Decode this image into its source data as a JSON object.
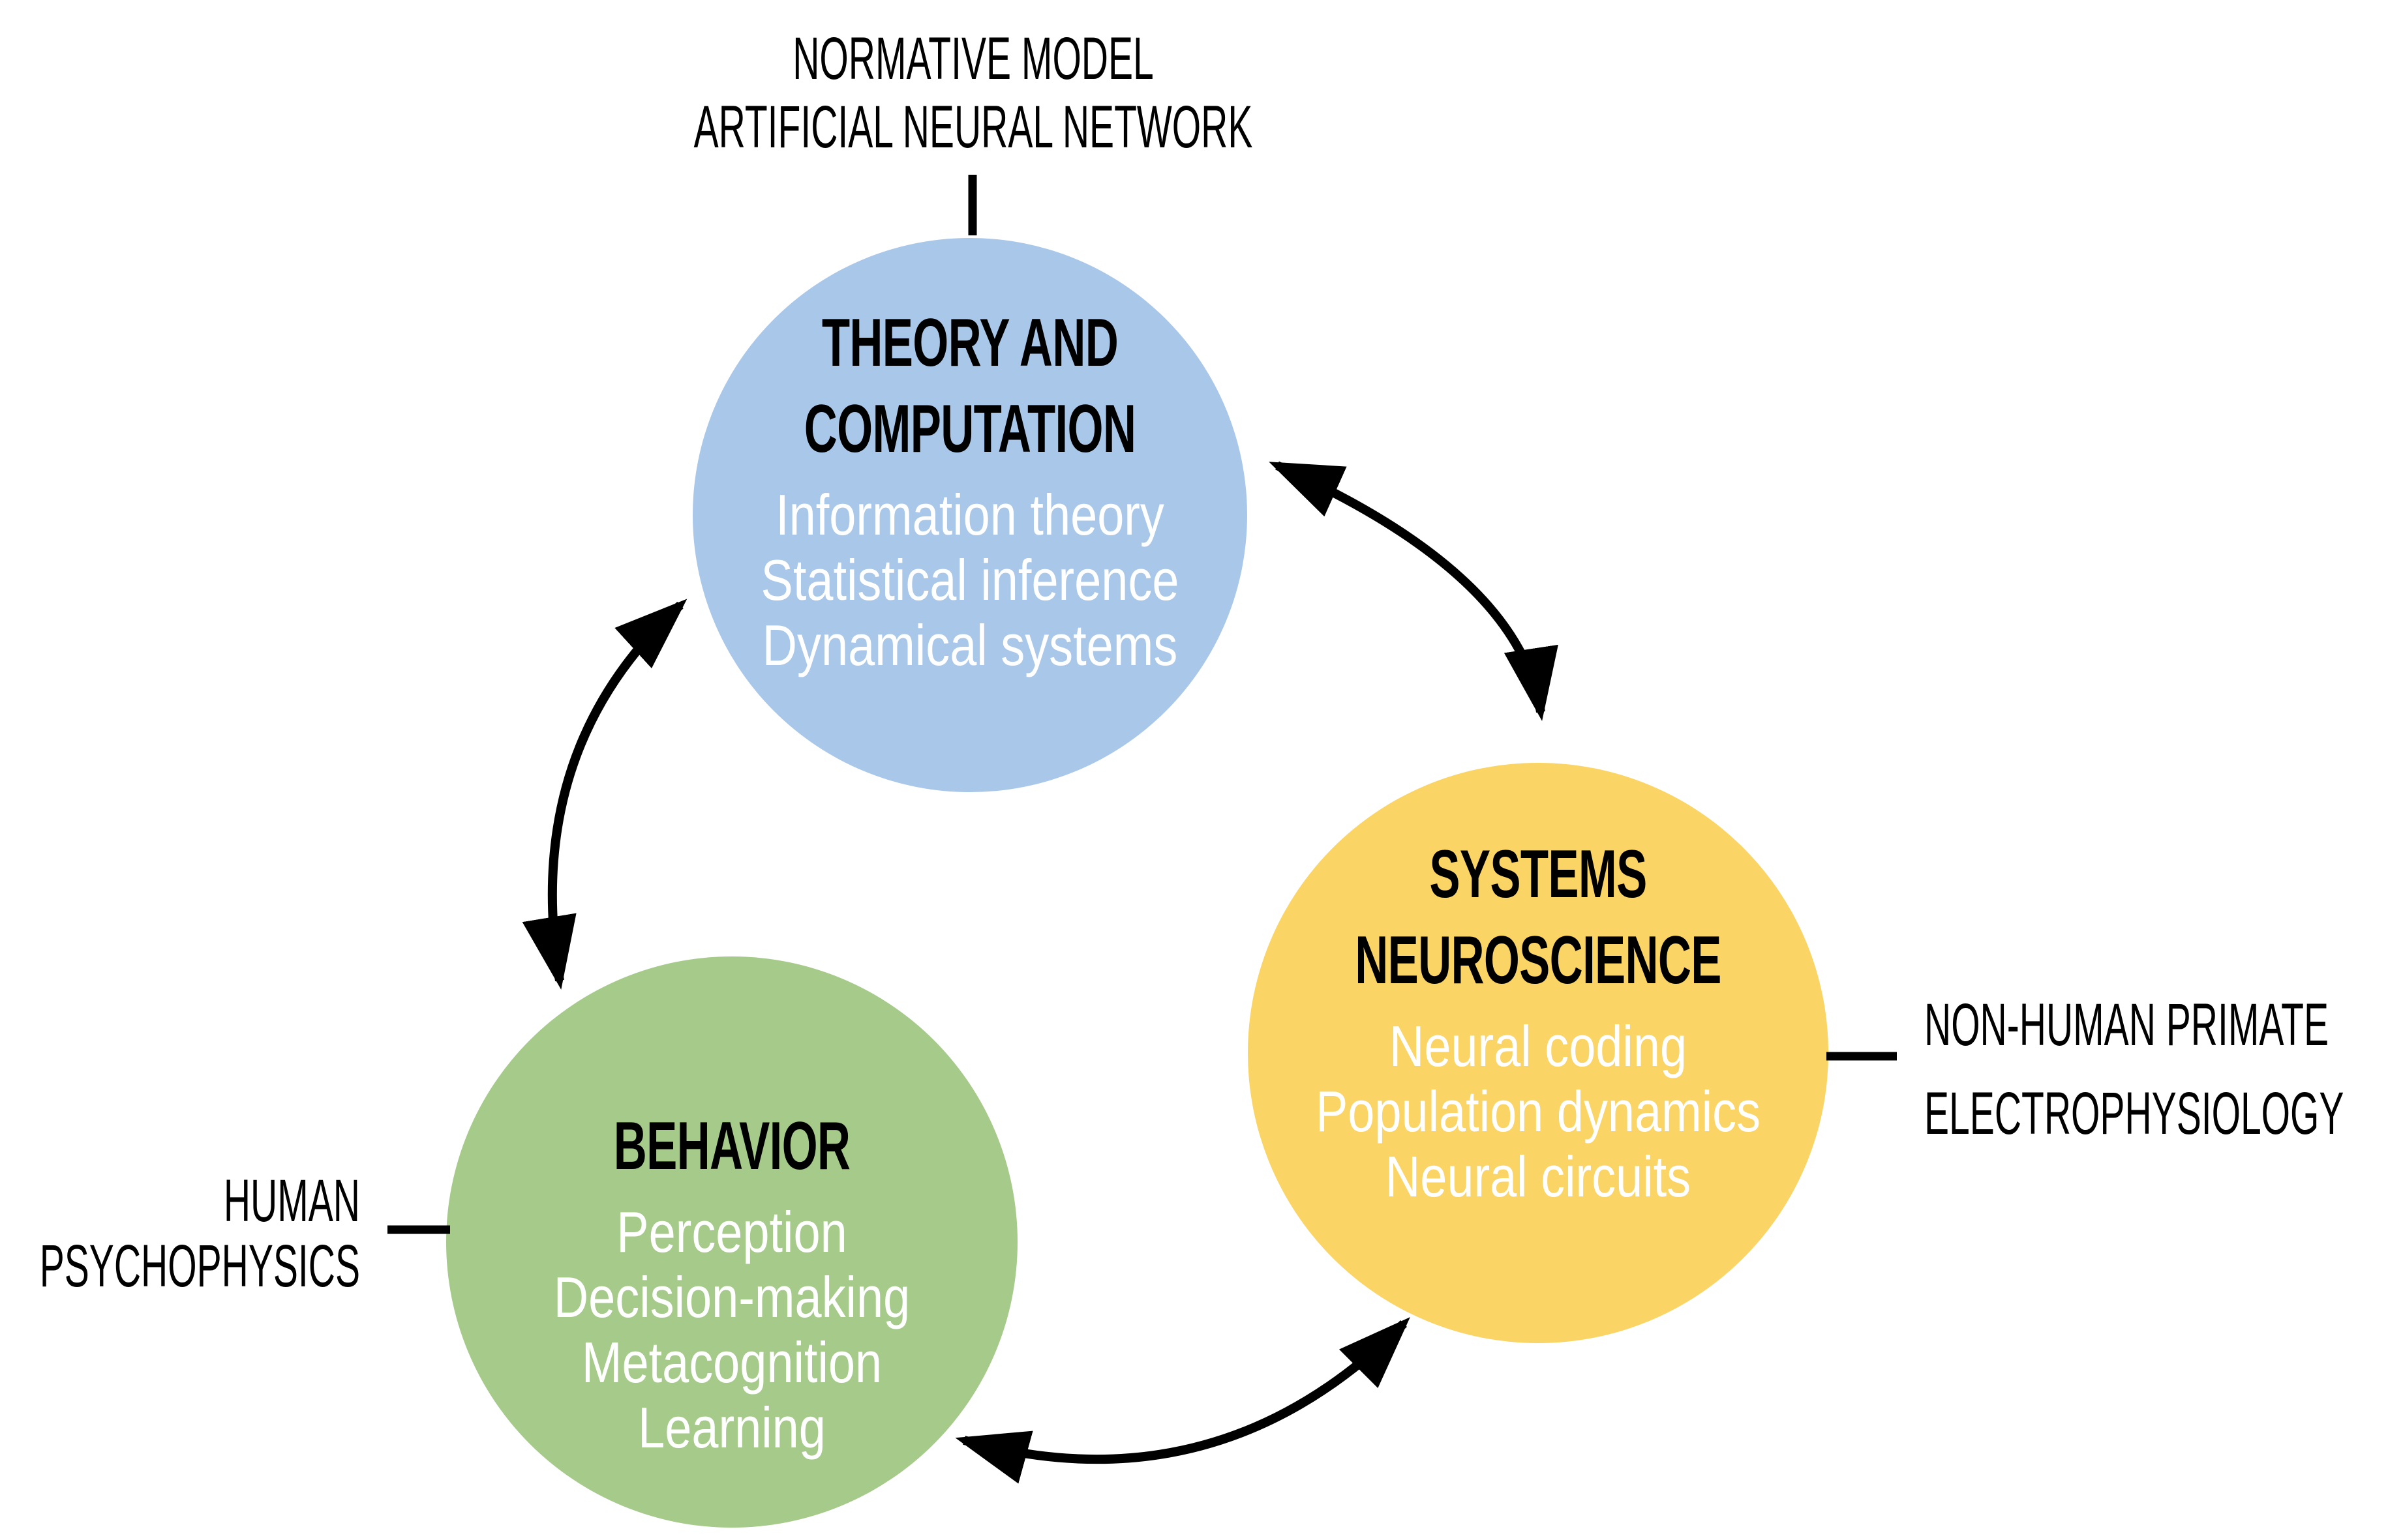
{
  "figure": {
    "background": "#ffffff",
    "line_color": "#000000"
  },
  "circles": {
    "theory": {
      "title_line1": "THEORY AND",
      "title_line2": "COMPUTATION",
      "items": [
        "Information theory",
        "Statistical inference",
        "Dynamical systems"
      ],
      "fill": "#a9c7e9",
      "title_color": "#000000",
      "item_color": "#ffffff"
    },
    "systems": {
      "title_line1": "SYSTEMS",
      "title_line2": "NEUROSCIENCE",
      "items": [
        "Neural coding",
        "Population dynamics",
        "Neural circuits"
      ],
      "fill": "#fad464",
      "title_color": "#000000",
      "item_color": "#ffffff"
    },
    "behavior": {
      "title_line1": "BEHAVIOR",
      "items": [
        "Perception",
        "Decision-making",
        "Metacognition",
        "Learning"
      ],
      "fill": "#a5ca8a",
      "title_color": "#000000",
      "item_color": "#ffffff"
    }
  },
  "callouts": {
    "top": {
      "line1": "NORMATIVE MODEL",
      "line2": "ARTIFICIAL NEURAL NETWORK",
      "attached_to": "theory"
    },
    "left": {
      "line1": "HUMAN",
      "line2": "PSYCHOPHYSICS",
      "attached_to": "behavior"
    },
    "right": {
      "line1": "NON-HUMAN PRIMATE",
      "line2": "ELECTROPHYSIOLOGY",
      "attached_to": "systems"
    }
  },
  "connections": [
    {
      "from": "theory",
      "to": "systems",
      "type": "bidirectional-arrow"
    },
    {
      "from": "theory",
      "to": "behavior",
      "type": "bidirectional-arrow"
    },
    {
      "from": "behavior",
      "to": "systems",
      "type": "bidirectional-arrow"
    }
  ]
}
